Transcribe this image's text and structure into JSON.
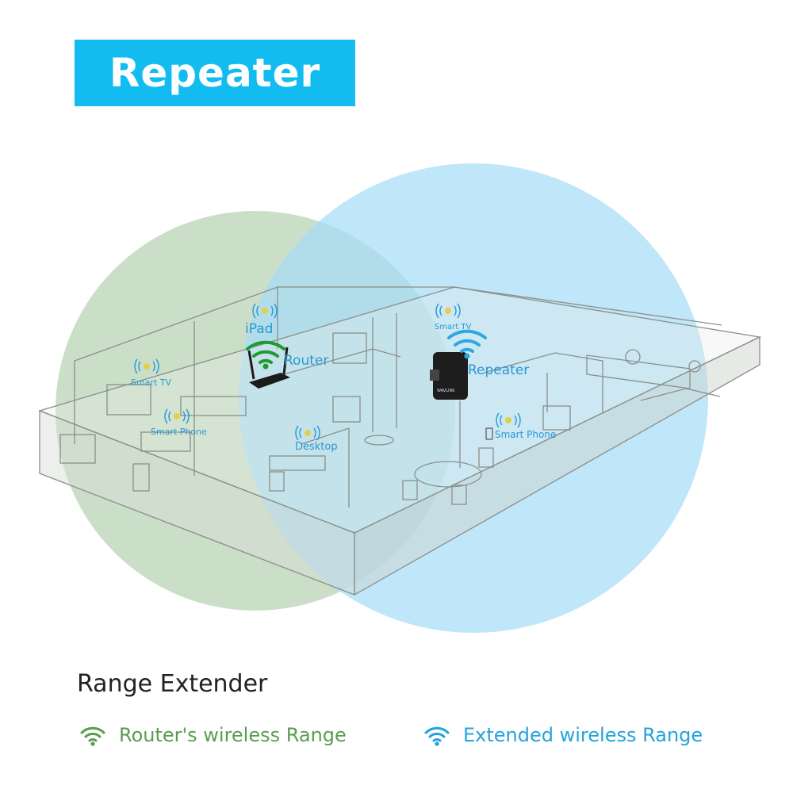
{
  "banner": {
    "title": "Repeater",
    "color": "#12bcf0"
  },
  "colors": {
    "router_range": "#6aa765",
    "extended_range": "#22a4dc",
    "room_line": "#8a8f8a",
    "router_fill": "#a9c9a3",
    "extended_fill": "#a6dcf6"
  },
  "devices": {
    "router": {
      "label": "Router",
      "icon": "wifi-icon"
    },
    "repeater": {
      "label": "Repeater",
      "icon": "wifi-icon"
    }
  },
  "clients": {
    "ipad": "iPad",
    "smart_tv_left": "Smart TV",
    "smart_phone_left": "Smart Phone",
    "desktop": "Desktop",
    "smart_tv_right": "Smart TV",
    "smart_phone_right": "Smart Phone"
  },
  "repeater_brand": "WAVLINK",
  "caption": "Range Extender",
  "legend": {
    "router_range": "Router's wireless Range",
    "extended_range": "Extended wireless Range"
  }
}
